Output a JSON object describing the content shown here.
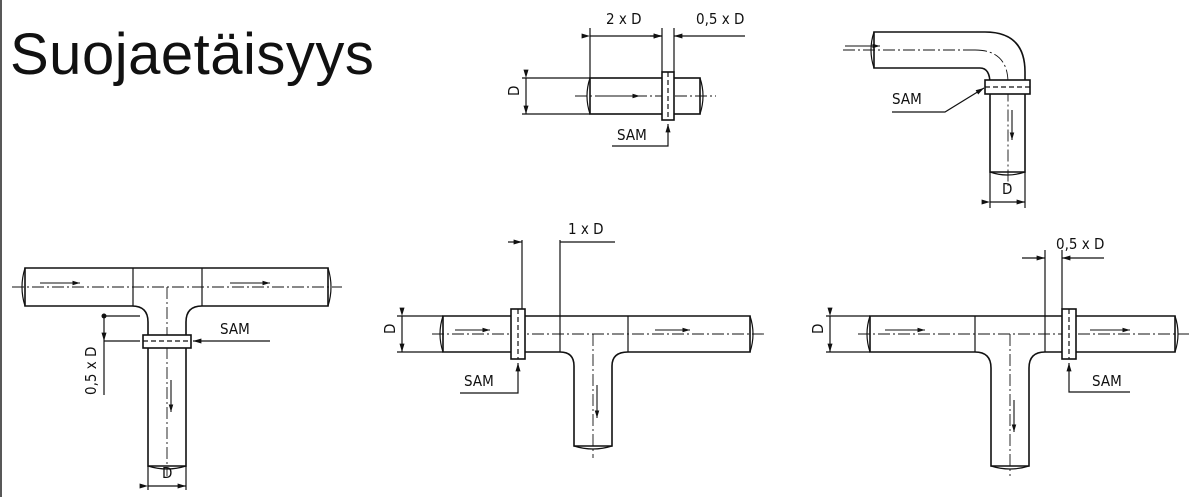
{
  "page": {
    "title": "Suojaetäisyys"
  },
  "labels": {
    "sam": "SAM",
    "d": "D",
    "two_d": "2 x D",
    "half_d": "0,5 x D",
    "one_d": "1 x D"
  }
}
